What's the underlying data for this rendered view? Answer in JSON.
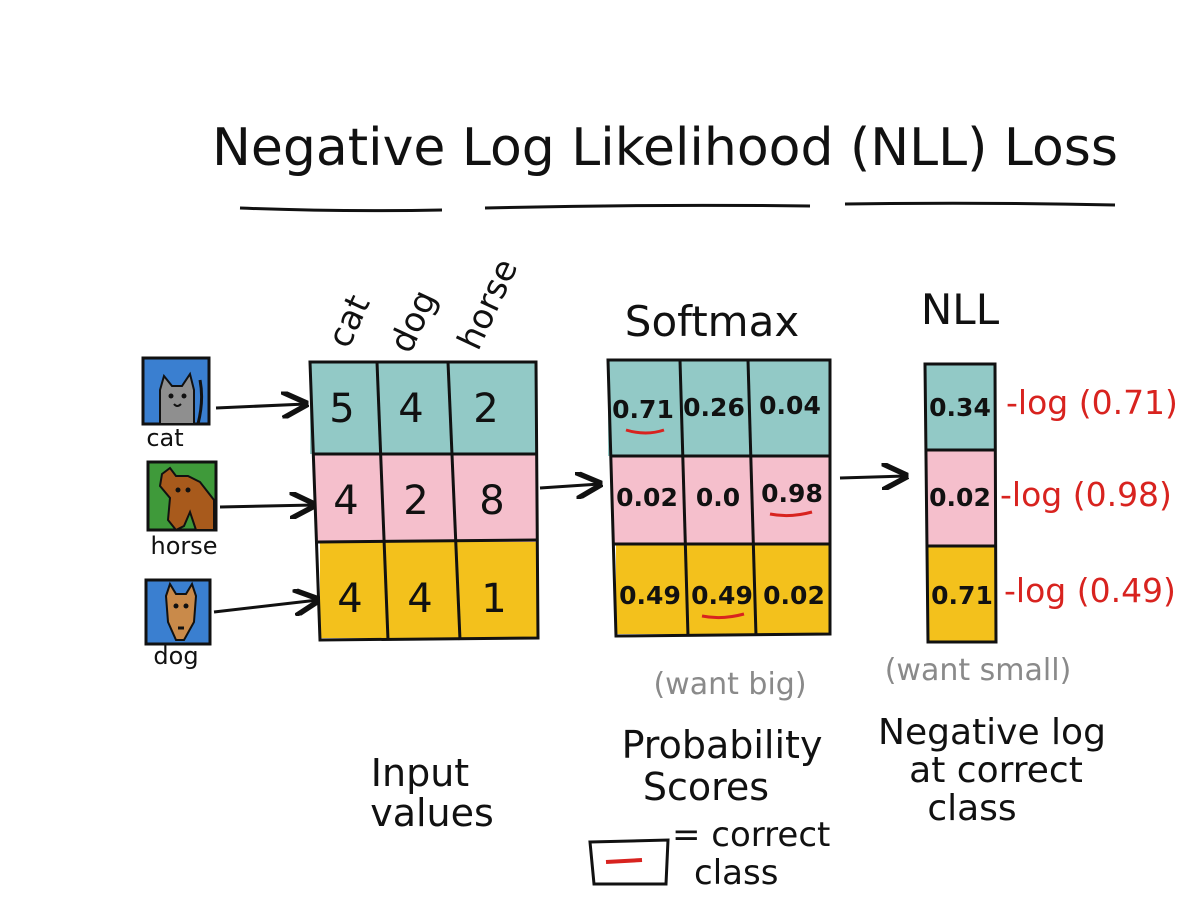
{
  "title": "Negative Log Likelihood (NLL) Loss",
  "input": {
    "column_headers": [
      "cat",
      "dog",
      "horse"
    ],
    "rows": [
      {
        "image": "cat",
        "image_icon": "cat-icon",
        "values": [
          "5",
          "4",
          "2"
        ],
        "color": "#92c9c6"
      },
      {
        "image": "horse",
        "image_icon": "horse-icon",
        "values": [
          "4",
          "2",
          "8"
        ],
        "color": "#f5bfcc"
      },
      {
        "image": "dog",
        "image_icon": "dog-icon",
        "values": [
          "4",
          "4",
          "1"
        ],
        "color": "#f3c11c"
      }
    ],
    "caption_line1": "Input",
    "caption_line2": "values"
  },
  "softmax": {
    "title": "Softmax",
    "rows": [
      {
        "values": [
          "0.71",
          "0.26",
          "0.04"
        ],
        "correct_index": 0
      },
      {
        "values": [
          "0.02",
          "0.0",
          "0.98"
        ],
        "correct_index": 2
      },
      {
        "values": [
          "0.49",
          "0.49",
          "0.02"
        ],
        "correct_index": 1
      }
    ],
    "note": "(want big)",
    "caption_line1": "Probability",
    "caption_line2": "Scores"
  },
  "nll": {
    "title": "NLL",
    "values": [
      "0.34",
      "0.02",
      "0.71"
    ],
    "formulas": [
      "-log (0.71)",
      "-log (0.98)",
      "-log (0.49)"
    ],
    "note": "(want small)",
    "caption_line1": "Negative log",
    "caption_line2": "at correct",
    "caption_line3": "class"
  },
  "legend": {
    "label_line1": "= correct",
    "label_line2": "class"
  },
  "colors": {
    "teal": "#92c9c6",
    "pink": "#f5bfcc",
    "yellow": "#f3c11c",
    "red": "#d8231f",
    "gray": "#8a8a8a",
    "ink": "#111111"
  }
}
